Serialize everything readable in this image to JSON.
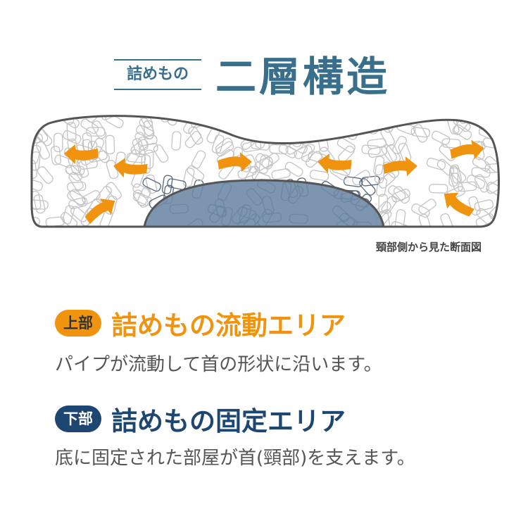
{
  "header": {
    "subtitle": "詰めもの",
    "title": "二層構造"
  },
  "diagram": {
    "caption": "頸部側から見た断面図"
  },
  "upper": {
    "badge": "上部",
    "heading": "詰めもの流動エリア",
    "description": "パイプが流動して首の形状に沿います。"
  },
  "lower": {
    "badge": "下部",
    "heading": "詰めもの固定エリア",
    "description": "底に固定された部屋が首(頸部)を支えます。"
  },
  "colors": {
    "accent_blue": "#3a6f8c",
    "orange": "#f0940f",
    "navy": "#1d4670",
    "dome": "#6f8aa6",
    "outline": "#555555"
  }
}
